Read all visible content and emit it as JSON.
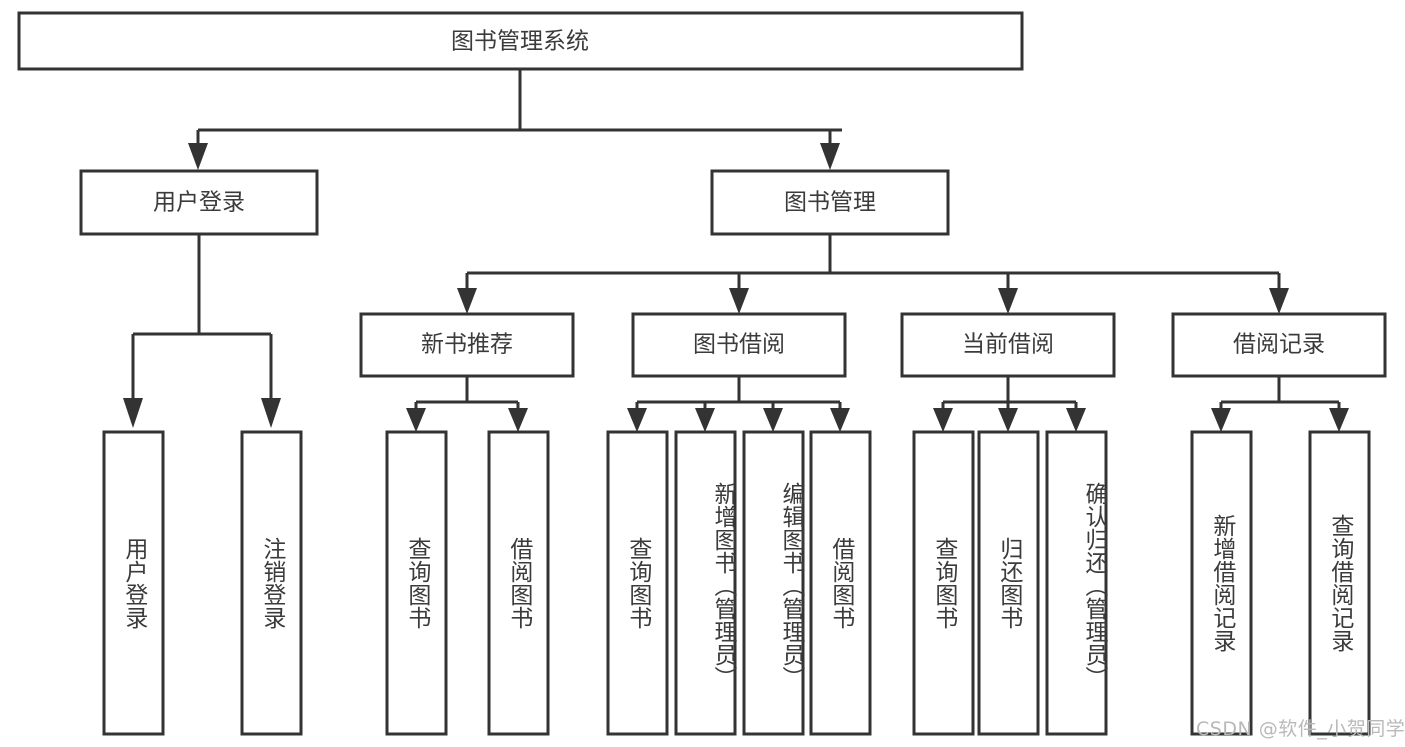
{
  "diagram": {
    "title": "图书管理系统",
    "type": "tree-hierarchy-chart",
    "colors": {
      "box_fill": "#ffffff",
      "box_stroke": "#333333",
      "text": "#3b3b3b",
      "watermark": "#b9b9b9",
      "background": "#ffffff"
    },
    "root": {
      "label": "图书管理系统"
    },
    "level2": [
      {
        "label": "用户登录"
      },
      {
        "label": "图书管理"
      }
    ],
    "level3": [
      {
        "label": "新书推荐"
      },
      {
        "label": "图书借阅"
      },
      {
        "label": "当前借阅"
      },
      {
        "label": "借阅记录"
      }
    ],
    "leaves": {
      "user_login": [
        {
          "label": "用户登录"
        },
        {
          "label": "注销登录"
        }
      ],
      "new_book_recommend": [
        {
          "label": "查询图书"
        },
        {
          "label": "借阅图书"
        }
      ],
      "book_borrow": [
        {
          "label": "查询图书"
        },
        {
          "label": "新增图书（管理员）"
        },
        {
          "label": "编辑图书（管理员）"
        },
        {
          "label": "借阅图书"
        }
      ],
      "current_borrow": [
        {
          "label": "查询图书"
        },
        {
          "label": "归还图书"
        },
        {
          "label": "确认归还（管理员）"
        }
      ],
      "borrow_record": [
        {
          "label": "新增借阅记录"
        },
        {
          "label": "查询借阅记录"
        }
      ]
    },
    "watermark": "CSDN @软件_小贺同学"
  }
}
